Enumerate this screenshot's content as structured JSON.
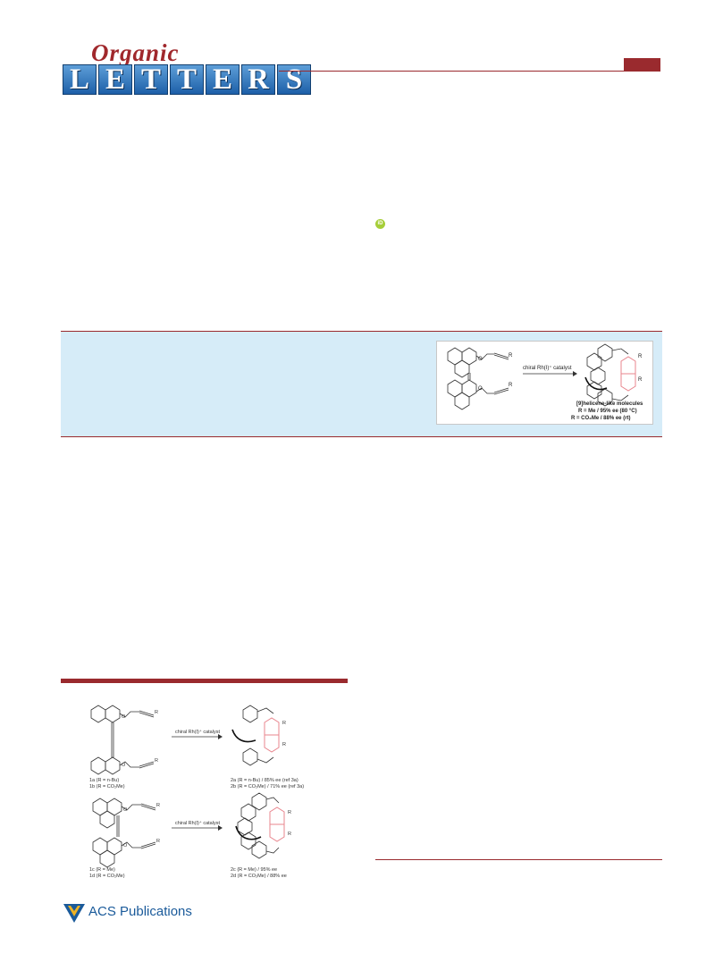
{
  "header": {
    "journal_script": "Organic",
    "journal_letters": [
      "L",
      "E",
      "T",
      "T",
      "E",
      "R",
      "S"
    ]
  },
  "colors": {
    "brand_red": "#9a2a2e",
    "brand_blue": "#1d5fa8",
    "abstract_bg": "#d6ecf8",
    "orcid_green": "#a6ce39",
    "highlight_pink": "#e8858d"
  },
  "toc_graphic": {
    "arrow_label": "chiral Rh(I)⁺ catalyst",
    "substituent": "R",
    "oxygen": "O",
    "product_title": "[9]helicene-like molecules",
    "result_1": "R = Me / 95% ee (80 °C)",
    "result_2": "R = CO₂Me / 88% ee (rt)"
  },
  "scheme": {
    "row1": {
      "arrow_label": "chiral Rh(I)⁺ catalyst",
      "sm_label_1": "1a (R = n-Bu)",
      "sm_label_2": "1b (R = CO₂Me)",
      "prod_label_1": "2a (R = n-Bu) / 85% ee (ref 3a)",
      "prod_label_2": "2b (R = CO₂Me) / 71% ee (ref 3a)"
    },
    "row2": {
      "arrow_label": "chiral Rh(I)⁺ catalyst",
      "sm_label_1": "1c (R = Me)",
      "sm_label_2": "1d (R = CO₂Me)",
      "prod_label_1": "2c (R = Me) / 95% ee",
      "prod_label_2": "2d (R = CO₂Me) / 88% ee"
    },
    "substituent": "R",
    "oxygen": "O"
  },
  "footer": {
    "publisher": "ACS Publications",
    "orcid_mark": "iD"
  }
}
